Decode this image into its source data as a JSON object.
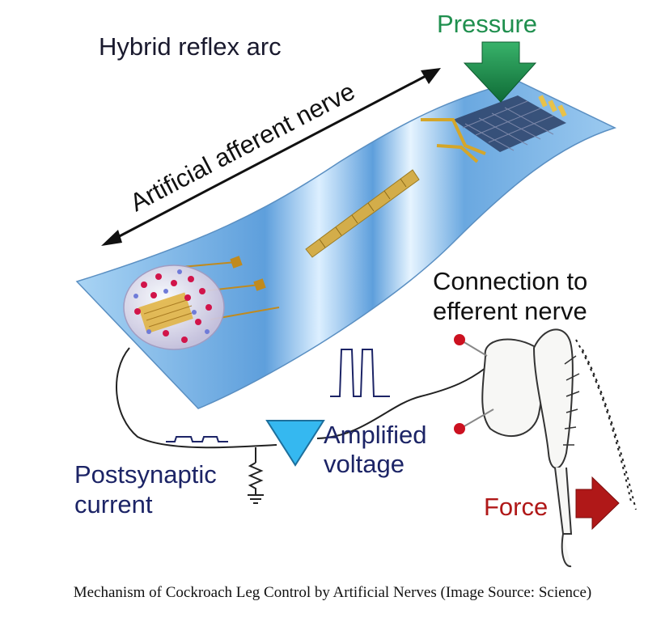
{
  "diagram": {
    "title": "Hybrid reflex arc",
    "pressure_label": "Pressure",
    "nerve_label": "Artificial afferent nerve",
    "connection_label_line1": "Connection to",
    "connection_label_line2": "efferent nerve",
    "amplified_label_line1": "Amplified",
    "amplified_label_line2": "voltage",
    "postsynaptic_label_line1": "Postsynaptic",
    "postsynaptic_label_line2": "current",
    "force_label": "Force"
  },
  "caption": "Mechanism of Cockroach Leg Control by Artificial Nerves (Image Source: Science)",
  "colors": {
    "strip": "#7fb6e6",
    "pressure_arrow": "#1f8f4e",
    "force_arrow": "#b01818",
    "label_dark": "#1a1a2e",
    "label_navy": "#1c2466",
    "amplifier": "#35b8f0"
  }
}
